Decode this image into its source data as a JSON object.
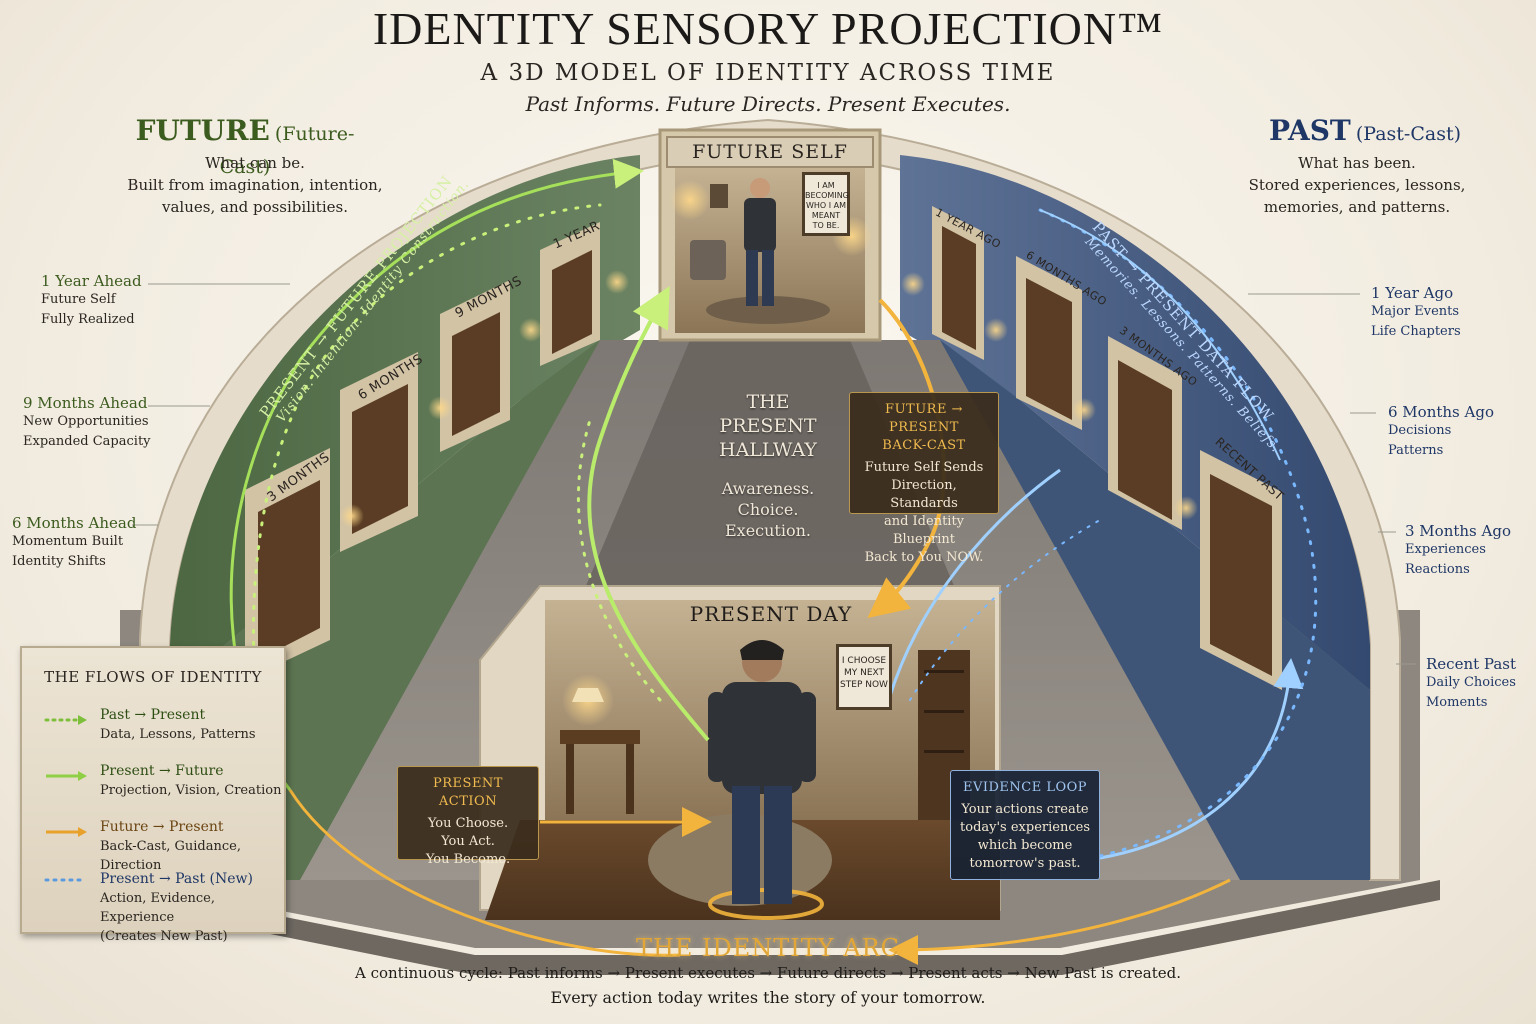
{
  "header": {
    "title": "IDENTITY SENSORY PROJECTION™",
    "subtitle": "A 3D MODEL OF IDENTITY ACROSS TIME",
    "tagline": "Past Informs. Future Directs. Present Executes."
  },
  "future": {
    "heading": "FUTURE",
    "heading_sub": "(Future-Cast)",
    "desc1": "What can be.",
    "desc2": "Built from imagination, intention,",
    "desc3": "values, and possibilities.",
    "arc_label_main": "PRESENT → FUTURE PROJECTION",
    "arc_label_sub": "Vision. Intention. Identity Construction.",
    "timeline": [
      {
        "title": "1 Year Ahead",
        "line1": "Future Self",
        "line2": "Fully Realized"
      },
      {
        "title": "9 Months Ahead",
        "line1": "New Opportunities",
        "line2": "Expanded Capacity"
      },
      {
        "title": "6 Months Ahead",
        "line1": "Momentum Built",
        "line2": "Identity Shifts"
      }
    ],
    "doors": [
      "1 YEAR",
      "9 MONTHS",
      "6 MONTHS",
      "3 MONTHS"
    ],
    "color": "#3c5b1e"
  },
  "past": {
    "heading": "PAST",
    "heading_sub": "(Past-Cast)",
    "desc1": "What has been.",
    "desc2": "Stored experiences, lessons,",
    "desc3": "memories, and patterns.",
    "arc_label_main": "PAST → PRESENT DATA FLOW",
    "arc_label_sub": "Memories. Lessons. Patterns. Beliefs.",
    "timeline": [
      {
        "title": "1 Year Ago",
        "line1": "Major Events",
        "line2": "Life Chapters"
      },
      {
        "title": "6 Months Ago",
        "line1": "Decisions",
        "line2": "Patterns"
      },
      {
        "title": "3 Months Ago",
        "line1": "Experiences",
        "line2": "Reactions"
      },
      {
        "title": "Recent Past",
        "line1": "Daily Choices",
        "line2": "Moments"
      }
    ],
    "doors": [
      "1 YEAR AGO",
      "6 MONTHS AGO",
      "3 MONTHS AGO",
      "RECENT PAST"
    ],
    "color": "#1f3766"
  },
  "rooms": {
    "future_self": "FUTURE SELF",
    "future_poster": "I AM BECOMING WHO I AM MEANT TO BE.",
    "present_day": "PRESENT DAY",
    "present_poster": "I CHOOSE MY NEXT STEP NOW"
  },
  "hallway": {
    "title1": "THE",
    "title2": "PRESENT",
    "title3": "HALLWAY",
    "sub1": "Awareness.",
    "sub2": "Choice.",
    "sub3": "Execution."
  },
  "callouts": {
    "backcast": {
      "head1": "FUTURE → PRESENT",
      "head2": "BACK-CAST",
      "lines": [
        "Future Self Sends",
        "Direction, Standards",
        "and Identity Blueprint",
        "Back to You NOW."
      ]
    },
    "present_action": {
      "head": "PRESENT ACTION",
      "lines": [
        "You Choose.",
        "You Act.",
        "You Become."
      ]
    },
    "evidence_loop": {
      "head": "EVIDENCE LOOP",
      "lines": [
        "Your actions create",
        "today's experiences",
        "which become",
        "tomorrow's past."
      ]
    }
  },
  "legend": {
    "heading": "THE FLOWS OF IDENTITY",
    "items": [
      {
        "title": "Past → Present",
        "sub": "Data, Lessons, Patterns",
        "sub2": "",
        "style": "dotted-green"
      },
      {
        "title": "Present → Future",
        "sub": "Projection, Vision, Creation",
        "sub2": "",
        "style": "solid-green"
      },
      {
        "title": "Future → Present",
        "sub": "Back-Cast, Guidance, Direction",
        "sub2": "",
        "style": "solid-gold"
      },
      {
        "title": "Present → Past (New)",
        "sub": "Action, Evidence, Experience",
        "sub2": "(Creates New Past)",
        "style": "dotted-blue"
      }
    ]
  },
  "footer": {
    "arc_title": "THE IDENTITY ARC",
    "arc_desc": "A continuous cycle: Past informs → Present executes → Future directs → Present acts → New Past is created.",
    "arc_tagline": "Every action today writes the story of your tomorrow."
  },
  "colors": {
    "green_flow": "#a6e05a",
    "gold_flow": "#f2b43c",
    "blue_flow": "#7ab8ff"
  }
}
